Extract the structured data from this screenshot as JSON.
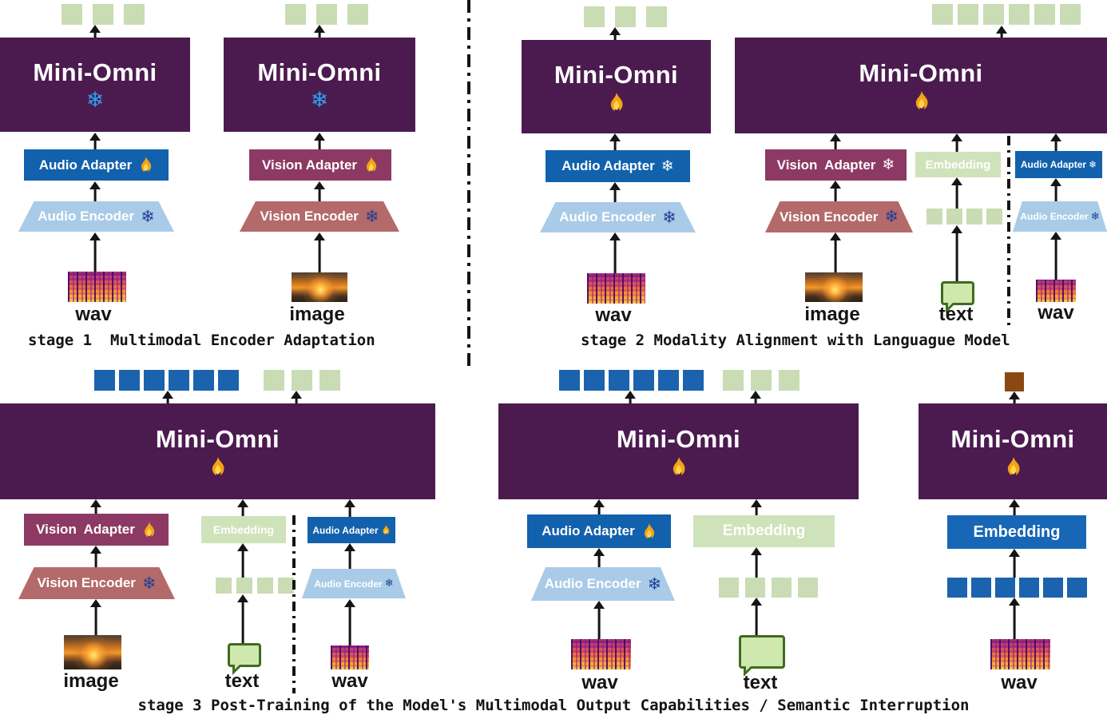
{
  "colors": {
    "purple": "#4b1b4f",
    "adapter_blue": "#1261ad",
    "embed_blue": "#1767b6",
    "token_blue": "#1b63ae",
    "encoder_blue": "#a9cbe7",
    "vision_maroon": "#8c3a63",
    "vision_red": "#b46a6a",
    "token_green": "#c9dcb4",
    "embed_green": "#cfe3ba",
    "bubble_green": "#cfe8ae",
    "bubble_border": "#3f6b1e",
    "token_brown": "#8a4912",
    "snow_bright": "#2aa3f0",
    "snow_dark": "#1c3e96",
    "ink": "#141414"
  },
  "icons": {
    "snowflake": "❄"
  },
  "stage1": {
    "caption": "stage 1  Multimodal Encoder Adaptation",
    "audio": {
      "model": "Mini-Omni",
      "adapter": "Audio Adapter",
      "encoder": "Audio Encoder",
      "input": "wav",
      "out_tokens": {
        "count": 3,
        "color": "green"
      }
    },
    "vision": {
      "model": "Mini-Omni",
      "adapter": "Vision Adapter",
      "encoder": "Vision Encoder",
      "input": "image",
      "out_tokens": {
        "count": 3,
        "color": "green"
      }
    }
  },
  "stage2": {
    "caption": "stage 2 Modality Alignment with Languague Model",
    "audio": {
      "model": "Mini-Omni",
      "adapter": "Audio Adapter",
      "encoder": "Audio Encoder",
      "input": "wav",
      "out_tokens": {
        "count": 3,
        "color": "green"
      }
    },
    "main": {
      "model": "Mini-Omni",
      "vision_adapter": "Vision  Adapter",
      "embedding": "Embedding",
      "audio_adapter": "Audio Adapter",
      "vision_encoder": "Vision Encoder",
      "audio_encoder": "Audio Encoder",
      "image_label": "image",
      "text_label": "text",
      "wav_label": "wav",
      "out_tokens": {
        "count": 6,
        "color": "green"
      },
      "text_tokens": {
        "count": 4,
        "color": "green"
      }
    }
  },
  "stage3": {
    "caption": "stage 3 Post-Training of the Model's Multimodal Output Capabilities / Semantic Interruption",
    "left": {
      "model": "Mini-Omni",
      "vision_adapter": "Vision  Adapter",
      "embedding": "Embedding",
      "audio_adapter": "Audio Adapter",
      "vision_encoder": "Vision Encoder",
      "audio_encoder": "Audio Encoder",
      "image_label": "image",
      "text_label": "text",
      "wav_label": "wav",
      "out_tokens_audio": {
        "count": 6,
        "color": "blue"
      },
      "out_tokens_text": {
        "count": 3,
        "color": "green"
      },
      "text_tokens": {
        "count": 4,
        "color": "green"
      }
    },
    "middle": {
      "model": "Mini-Omni",
      "audio_adapter": "Audio Adapter",
      "embedding": "Embedding",
      "audio_encoder": "Audio Encoder",
      "wav_label": "wav",
      "text_label": "text",
      "out_tokens_audio": {
        "count": 6,
        "color": "blue"
      },
      "out_tokens_text": {
        "count": 3,
        "color": "green"
      },
      "text_tokens": {
        "count": 4,
        "color": "green"
      }
    },
    "right": {
      "model": "Mini-Omni",
      "embedding": "Embedding",
      "wav_label": "wav",
      "out_tokens": {
        "count": 1,
        "color": "brown"
      },
      "wav_tokens": {
        "count": 6,
        "color": "blue"
      }
    }
  }
}
